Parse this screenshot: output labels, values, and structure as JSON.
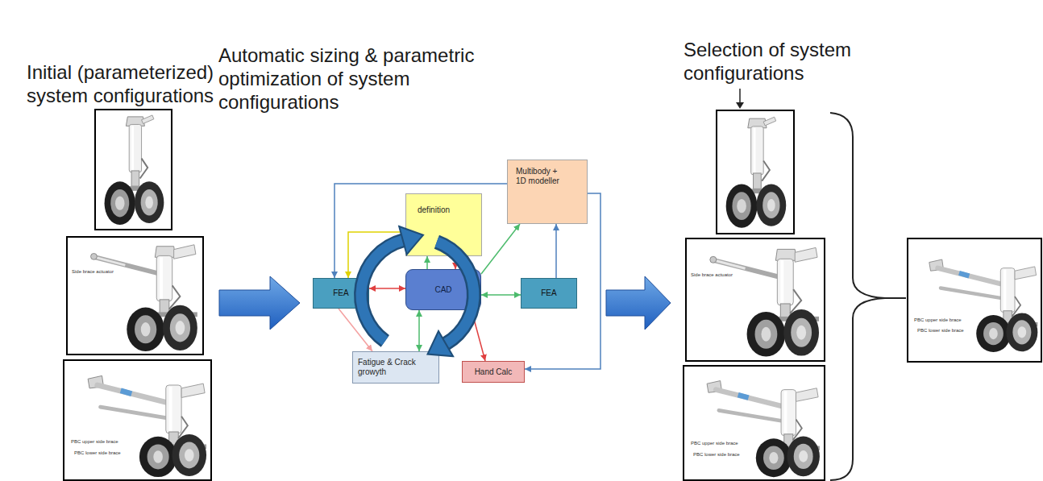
{
  "diagram": {
    "nodes": [
      {
        "text": [
          "definition"
        ]
      },
      {
        "text": [
          "Multibody + 1D modeller"
        ]
      },
      {
        "text": [
          "FEA"
        ]
      },
      {
        "text": [
          "CAD"
        ]
      },
      {
        "text": [
          "FEA"
        ]
      },
      {
        "text": [
          "Fatigue & Crack growyth"
        ]
      },
      {
        "text": [
          "Hand Calc"
        ]
      }
    ],
    "edges": [
      {
        "from": 0,
        "to": 2,
        "arrow": "to"
      },
      {
        "from": 3,
        "to": 0,
        "arrow": "to"
      },
      {
        "from": 0,
        "to": 3,
        "arrow": "to"
      },
      {
        "from": 3,
        "to": 2,
        "arrow": "both"
      },
      {
        "from": 3,
        "to": 4,
        "arrow": "both"
      },
      {
        "from": 3,
        "to": 1,
        "arrow": "to"
      },
      {
        "from": 4,
        "to": 1,
        "arrow": "to"
      },
      {
        "from": 1,
        "to": 2,
        "arrow": "to"
      },
      {
        "from": 1,
        "to": 6,
        "arrow": "to"
      },
      {
        "from": 2,
        "to": 5,
        "arrow": "to"
      },
      {
        "from": 3,
        "to": 5,
        "arrow": "both"
      },
      {
        "from": 3,
        "to": 6,
        "arrow": "both"
      }
    ],
    "labels": [
      "Initial (parameterized) system configurations",
      "Automatic sizing & parametric optimization of system configurations",
      "Selection of system configurations",
      "Side brace actuator",
      "PBC upper side brace",
      "PBC lower side brace",
      "Side brace actuator",
      "PBC upper side brace",
      "PBC lower side brace",
      "PBC upper side brace",
      "PBC lower side brace"
    ]
  }
}
